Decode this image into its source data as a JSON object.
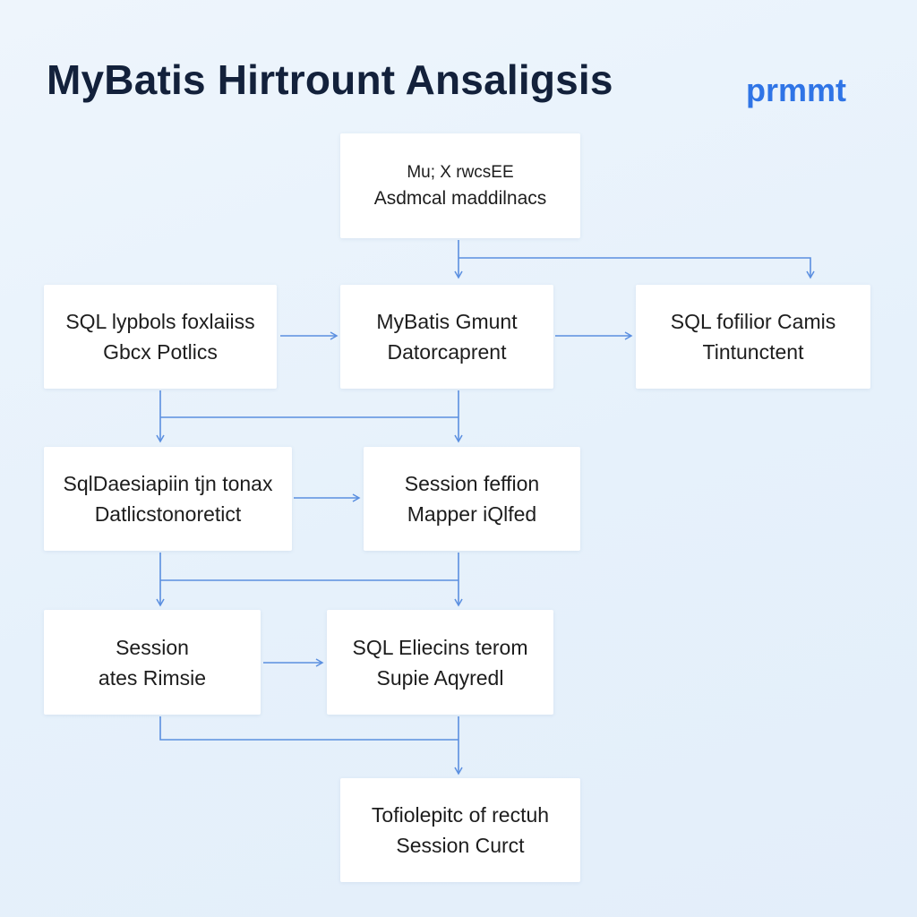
{
  "title": "MyBatis Hirtrount Ansaligsis",
  "badge": "prmmt",
  "nodes": {
    "top": {
      "line1": "Mu; X rwcsEE",
      "line2": "Asdmcal maddilnacs"
    },
    "row1_left": {
      "line1": "SQL lypbols foxlaiiss",
      "line2": "Gbcx Potlics"
    },
    "row1_center": {
      "line1": "MyBatis Gmunt",
      "line2": "Datorcaprent"
    },
    "row1_right": {
      "line1": "SQL fofilior Camis",
      "line2": "Tintunctent"
    },
    "row2_left": {
      "line1": "SqlDaesiapiin tjn tonax",
      "line2": "Datlicstonoretict"
    },
    "row2_right": {
      "line1": "Session feffion",
      "line2": "Mapper iQlfed"
    },
    "row3_left": {
      "line1": "Session",
      "line2": "ates Rimsie"
    },
    "row3_right": {
      "line1": "SQL Eliecins terom",
      "line2": "Supie Aqyredl"
    },
    "bottom": {
      "line1": "Tofiolepitc of rectuh",
      "line2": "Session Curct"
    }
  },
  "colors": {
    "title": "#13213b",
    "badge": "#2f74e6",
    "connector": "#5b8fe0",
    "node_fill": "#ffffff"
  }
}
